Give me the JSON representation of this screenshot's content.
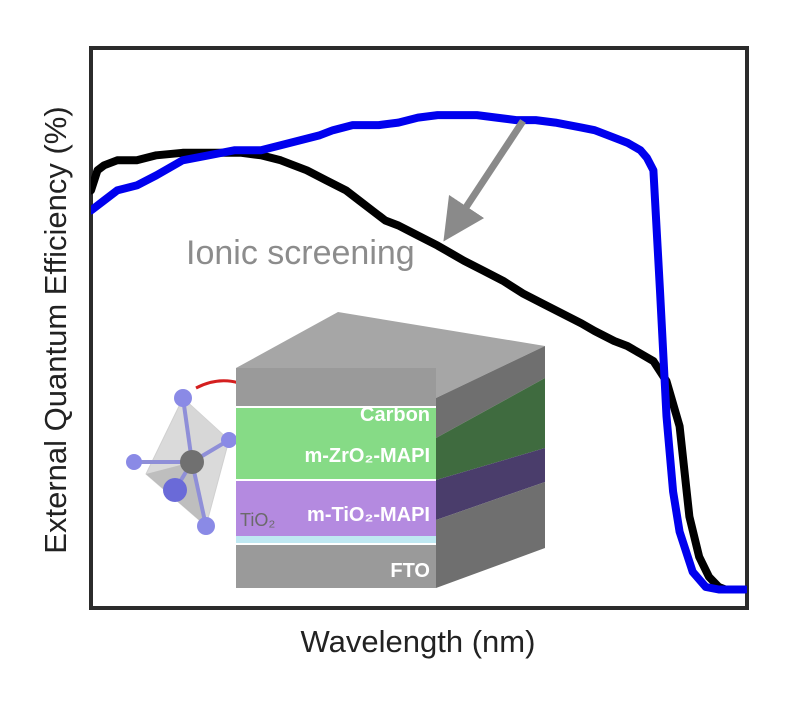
{
  "chart_data": {
    "type": "line",
    "title": "",
    "xlabel": "Wavelength (nm)",
    "ylabel": "External Quantum Efficiency (%)",
    "xlim": [
      0,
      100
    ],
    "ylim": [
      0,
      100
    ],
    "grid": false,
    "legend": "none",
    "series": [
      {
        "color": "#000000",
        "x": [
          0,
          1,
          2,
          4,
          7,
          10,
          14,
          18,
          23,
          26,
          29,
          31,
          33,
          36,
          39,
          41,
          43,
          45,
          47,
          50,
          53,
          55,
          57,
          60,
          63,
          66,
          69,
          72,
          75,
          77,
          80,
          82,
          84,
          86,
          88,
          90,
          91.5,
          93,
          94.5,
          96,
          97,
          98,
          100
        ],
        "y": [
          80,
          84,
          85,
          86,
          86,
          87,
          87.5,
          87.5,
          87.5,
          87,
          86,
          85,
          84,
          82,
          80,
          78,
          76,
          74,
          73,
          71,
          69,
          67.5,
          66,
          64,
          62,
          59.5,
          57.5,
          55.5,
          53.5,
          52,
          50,
          49,
          47.5,
          46,
          42,
          33,
          15,
          7,
          3,
          1,
          0.5,
          0.5,
          0.5
        ]
      },
      {
        "color": "#0000ee",
        "x": [
          0,
          2,
          4,
          7,
          10,
          14,
          18,
          22,
          26,
          29,
          32,
          35,
          37,
          40,
          44,
          47,
          50,
          53,
          56,
          59,
          62,
          65,
          68,
          71,
          73,
          75,
          77,
          79,
          80,
          81,
          82,
          84,
          85,
          86,
          87,
          88,
          89,
          90,
          92,
          94,
          96,
          98,
          100
        ],
        "y": [
          76,
          78,
          80,
          81,
          83,
          86,
          87,
          88,
          88,
          89,
          90,
          91,
          92,
          93,
          93,
          93.5,
          94.5,
          95,
          95,
          95,
          94.5,
          94,
          94,
          93.5,
          93,
          92.5,
          92,
          91,
          90.5,
          90,
          89.5,
          88,
          86.5,
          84,
          60,
          35,
          20,
          12,
          4,
          1,
          0.5,
          0.5,
          0.5
        ]
      }
    ],
    "annotations": [
      {
        "text": "Ionic screening"
      }
    ],
    "inset": {
      "layers": [
        {
          "label": "Carbon",
          "color": "#9a9a9a"
        },
        {
          "label": "m-ZrO₂-MAPI",
          "color": "#86db86"
        },
        {
          "label": "m-TiO₂-MAPI",
          "color": "#b48ae0"
        },
        {
          "label": "TiO₂",
          "color": "#bfe8f2"
        },
        {
          "label": "FTO",
          "color": "#9a9a9a"
        }
      ]
    }
  }
}
